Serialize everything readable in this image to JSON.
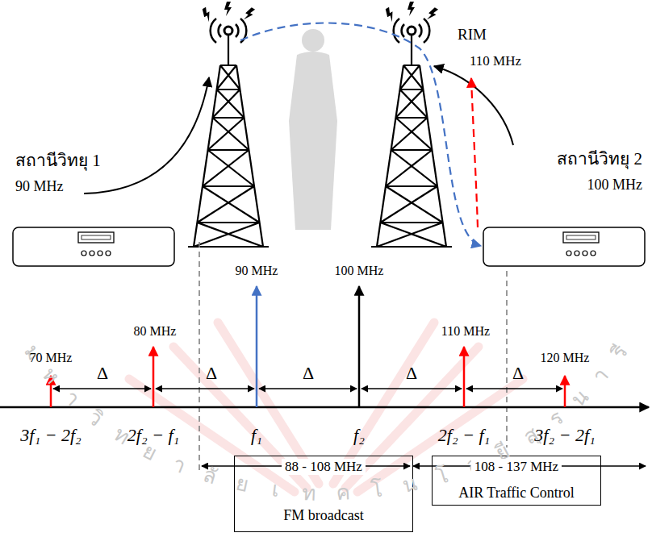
{
  "diagram": {
    "nodes": [
      {
        "text": [
          "สถานีวิทยุ 1",
          "90 MHz"
        ]
      },
      {
        "text": [
          "สถานีวิทยุ 2",
          "100 MHz"
        ]
      },
      {
        "text": [
          "88 - 108 MHz",
          "FM broadcast"
        ]
      },
      {
        "text": [
          "108 - 137 MHz",
          "AIR Traffic Control"
        ]
      }
    ],
    "labels": [
      "RIM",
      "110 MHz",
      "90 MHz",
      "100 MHz",
      "80 MHz",
      "70 MHz",
      "110 MHz",
      "120 MHz",
      "Δ",
      "Δ",
      "Δ",
      "Δ",
      "Δ",
      "3f₁ − 2f₂",
      "2f₂ − f₁",
      "f₁",
      "f₂",
      "2f₂ − f₁",
      "3f₂ − 2f₁",
      "มหาวิทยาลัยเทคโนโลยีสุรนารี"
    ]
  }
}
